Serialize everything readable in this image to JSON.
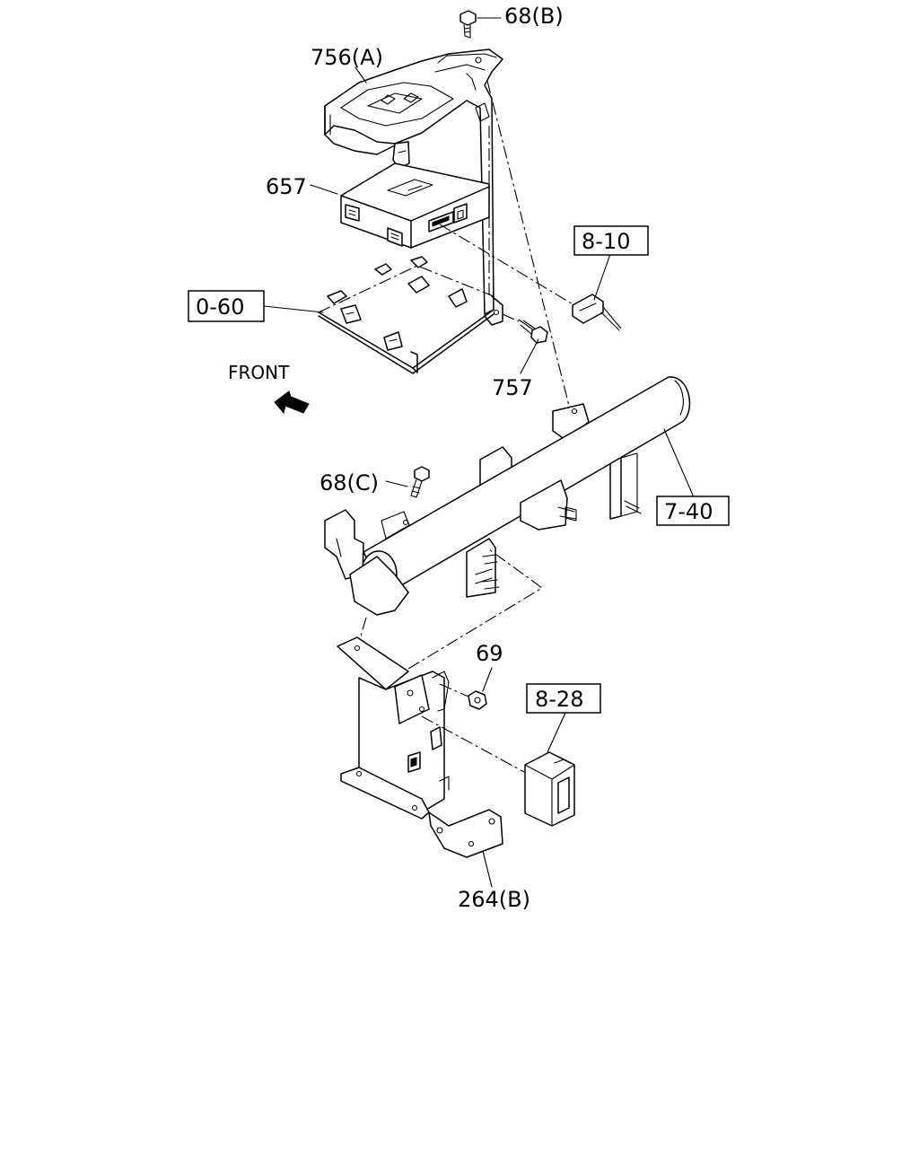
{
  "labels": {
    "p68b": "68(B)",
    "p756a": "756(A)",
    "p657": "657",
    "ref810": "8-10",
    "ref060": "0-60",
    "p757": "757",
    "front": "FRONT",
    "p68c": "68(C)",
    "ref740": "7-40",
    "p69": "69",
    "ref828": "8-28",
    "p264b": "264(B)"
  }
}
